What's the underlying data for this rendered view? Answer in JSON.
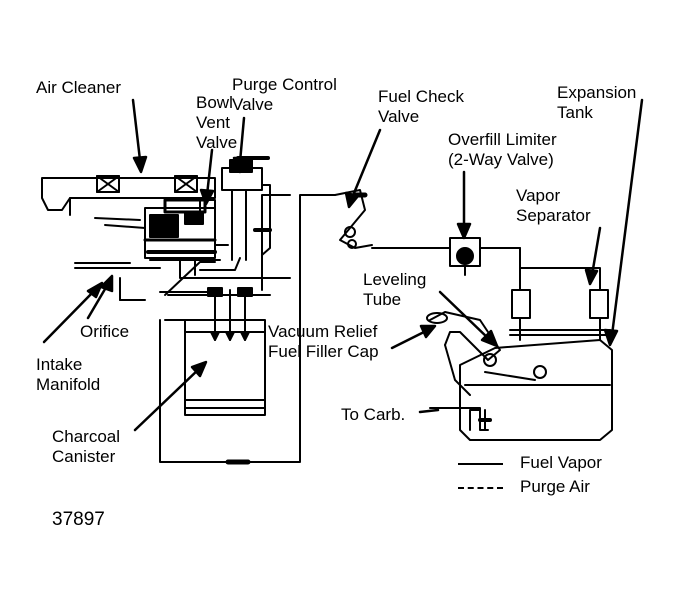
{
  "labels": {
    "air_cleaner": "Air Cleaner",
    "bowl_vent_valve": [
      "Bowl",
      "Vent",
      "Valve"
    ],
    "purge_control_valve": [
      "Purge Control",
      "Valve"
    ],
    "fuel_check_valve": [
      "Fuel Check",
      "Valve"
    ],
    "expansion_tank": [
      "Expansion",
      "Tank"
    ],
    "overfill_limiter": [
      "Overfill Limiter",
      "(2-Way Valve)"
    ],
    "vapor_separator": [
      "Vapor",
      "Separator"
    ],
    "leveling_tube": [
      "Leveling",
      "Tube"
    ],
    "vacuum_relief_cap": [
      "Vacuum Relief",
      "Fuel Filler Cap"
    ],
    "orifice": "Orifice",
    "intake_manifold": [
      "Intake",
      "Manifold"
    ],
    "charcoal_canister": [
      "Charcoal",
      "Canister"
    ],
    "to_carb": "To Carb.",
    "figure_number": "37897"
  },
  "legend": [
    {
      "label": "Fuel Vapor",
      "style": "solid"
    },
    {
      "label": "Purge Air",
      "style": "dashed"
    }
  ],
  "colors": {
    "ink": "#000000",
    "paper": "#ffffff"
  }
}
